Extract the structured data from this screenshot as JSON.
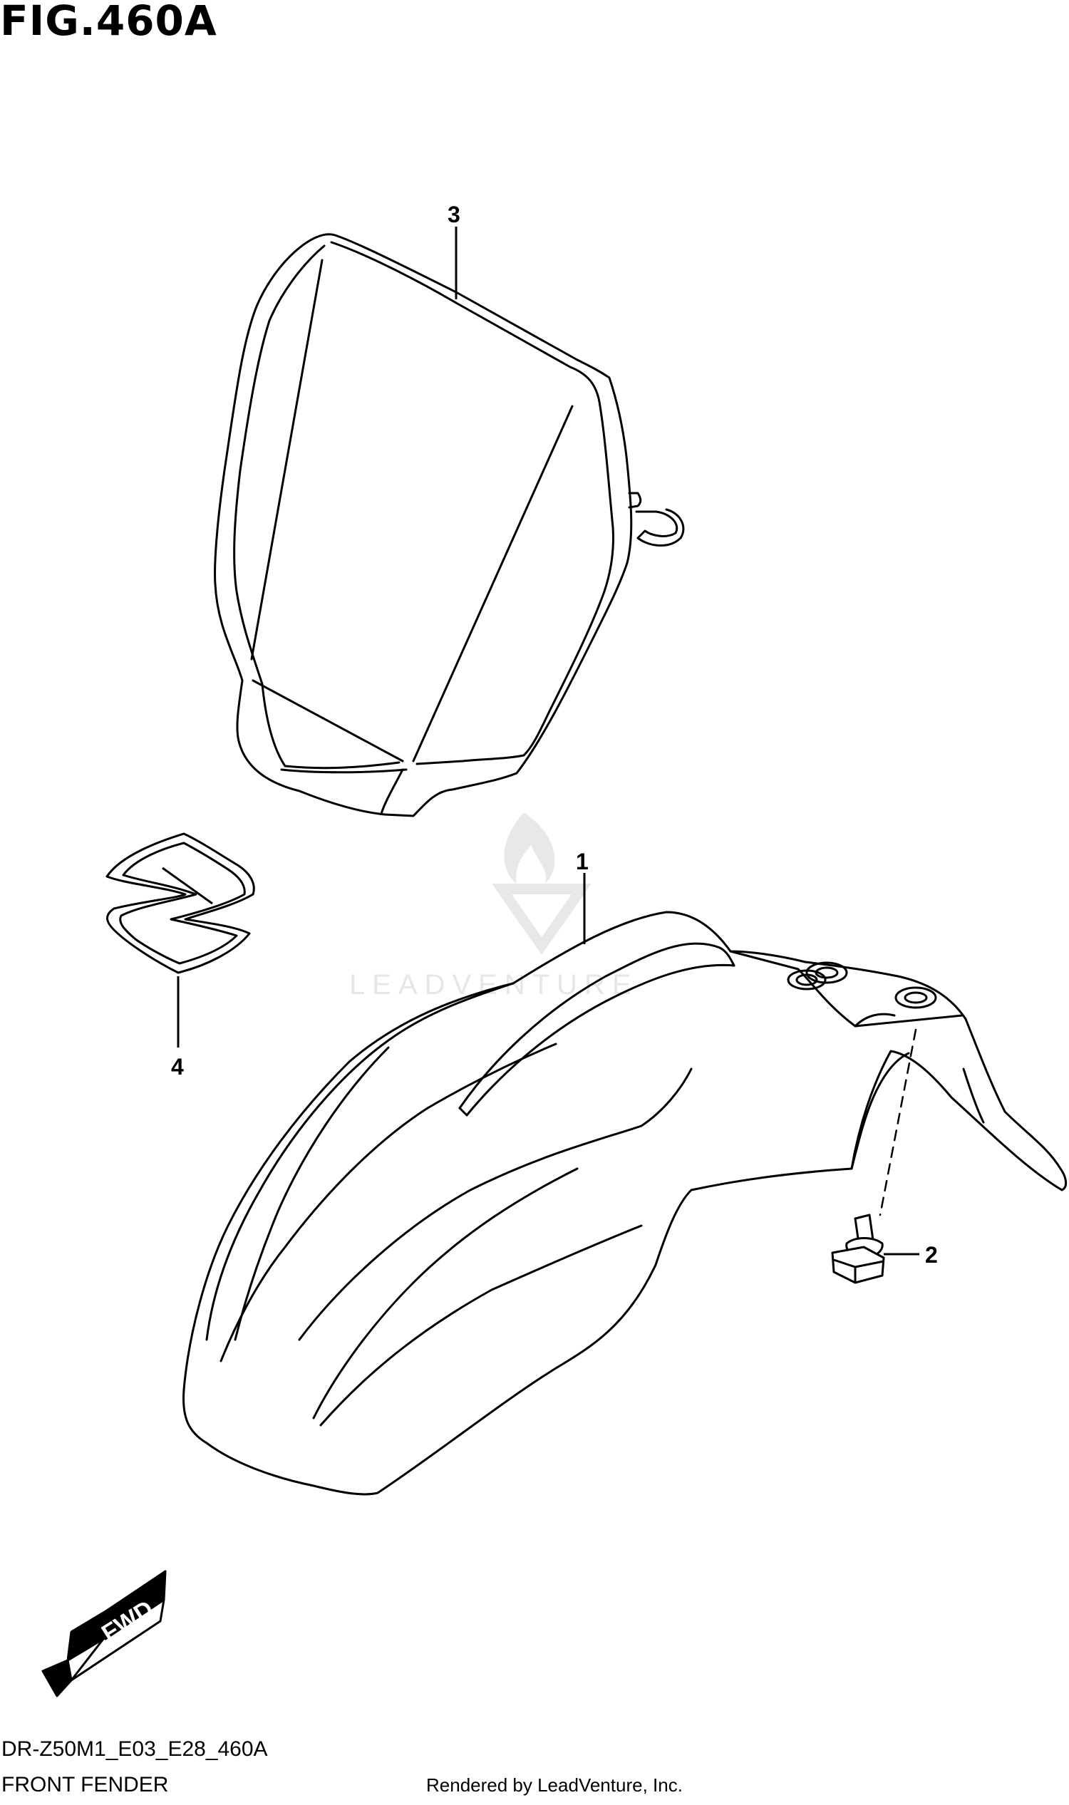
{
  "figure": {
    "title": "FIG.460A",
    "code": "DR-Z50M1_E03_E28_460A",
    "caption": "FRONT FENDER",
    "rendered_by": "Rendered by LeadVenture, Inc.",
    "watermark": "LEADVENTURE"
  },
  "callouts": {
    "front_fender": "1",
    "bolt": "2",
    "number_plate": "3",
    "emblem": "4"
  },
  "direction_arrow": {
    "label": "FWD"
  },
  "icons": {
    "watermark_logo": "flame-v-logo-icon",
    "direction": "forward-arrow-icon"
  }
}
